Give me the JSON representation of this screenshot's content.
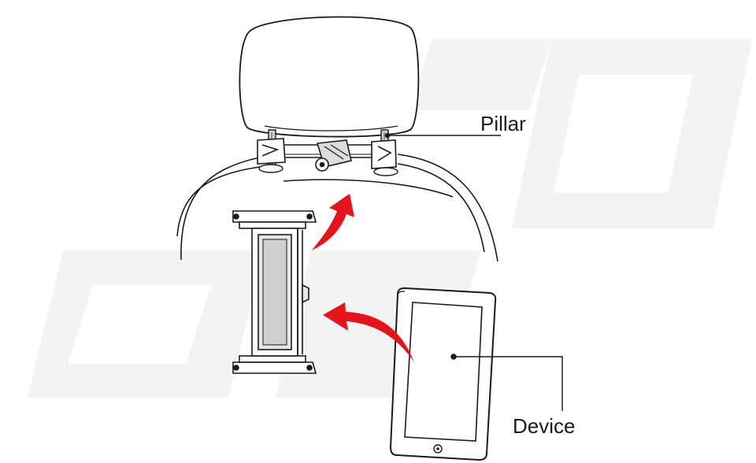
{
  "labels": {
    "pillar": "Pillar",
    "device": "Device"
  },
  "colors": {
    "line": "#1a1a1a",
    "arrow": "#e3151b",
    "watermark": "#f2f2f2",
    "background": "#ffffff"
  },
  "icons": {
    "headrest": "car-headrest-illustration",
    "mount": "headrest-mount-bar",
    "holder": "tablet-holder-clamp",
    "device": "tablet-device",
    "arrows": "red-curved-arrow"
  }
}
